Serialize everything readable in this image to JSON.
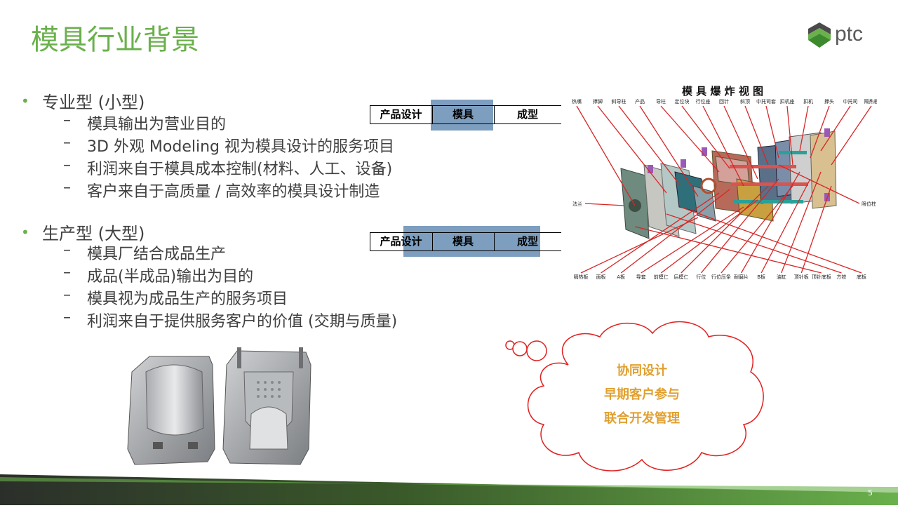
{
  "title": "模具行业背景",
  "logo": {
    "text": "ptc"
  },
  "sections": [
    {
      "heading": "专业型 (小型)",
      "items": [
        "模具输出为营业目的",
        "3D 外观 Modeling 视为模具设计的服务项目",
        "利润来自于模具成本控制(材料、人工、设备)",
        "客户来自于高质量 / 高效率的模具设计制造"
      ]
    },
    {
      "heading": "生产型 (大型)",
      "items": [
        "模具厂结合成品生产",
        "成品(半成品)输出为目的",
        "模具视为成品生产的服务项目",
        "利润来自于提供服务客户的价值 (交期与质量)"
      ]
    }
  ],
  "flow1": {
    "cells": [
      "产品设计",
      "模具",
      "成型"
    ]
  },
  "flow2": {
    "cells": [
      "产品设计",
      "模具",
      "成型"
    ]
  },
  "exploded_view": {
    "title": "模 具 爆 炸 视 图",
    "top_labels": [
      "热嘴",
      "撑脚",
      "斜导柱",
      "产品",
      "导柱",
      "定位块",
      "行位座",
      "回针",
      "斜顶",
      "中托司套",
      "扣机座",
      "扣机",
      "撑头",
      "中托司",
      "隔热板"
    ],
    "left_labels": [
      "法兰"
    ],
    "right_labels": [
      "限位柱"
    ],
    "bottom_labels": [
      "隔热板",
      "面板",
      "A板",
      "导套",
      "前模仁",
      "后模仁",
      "行位",
      "行位压条",
      "耐磨片",
      "B板",
      "油缸",
      "顶针板",
      "顶针底板",
      "方铁",
      "底板"
    ]
  },
  "cloud": {
    "lines": [
      "协同设计",
      "早期客户参与",
      "联合开发管理"
    ]
  },
  "page_number": "5",
  "colors": {
    "accent": "#6ab04c",
    "highlight": "#7d9ebf",
    "cloud_border": "#e02020",
    "cloud_text": "#e0a030"
  }
}
